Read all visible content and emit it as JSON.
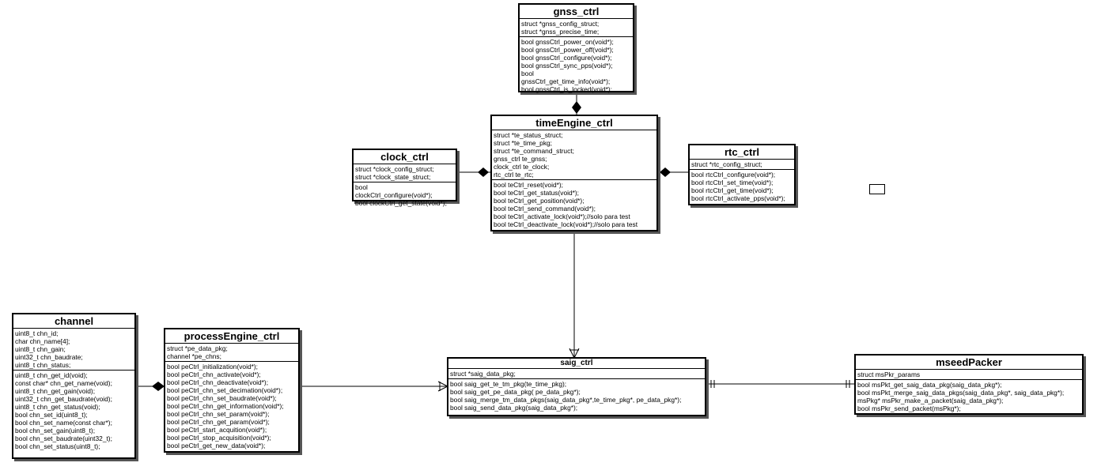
{
  "classes": {
    "gnss": {
      "name": "gnss_ctrl",
      "attributes": [
        "struct *gnss_config_struct;",
        "struct *gnss_precise_time;"
      ],
      "methods": [
        "bool gnssCtrl_power_on(void*);",
        "bool gnssCtrl_power_off(void*);",
        "bool gnssCtrl_configure(void*);",
        "bool gnssCtrl_sync_pps(void*);",
        "bool",
        "gnssCtrl_get_time_info(void*);",
        "bool gnssCtrl_is_locked(void*);"
      ]
    },
    "timeEngine": {
      "name": "timeEngine_ctrl",
      "attributes": [
        "struct *te_status_struct;",
        "struct *te_time_pkg;",
        "struct *te_command_struct;",
        "gnss_ctrl te_gnss;",
        "clock_ctrl te_clock;",
        "rtc_ctrl te_rtc;"
      ],
      "methods": [
        "bool teCtrl_reset(void*);",
        "bool teCtrl_get_status(void*);",
        "bool teCtrl_get_position(void*);",
        "bool teCtrl_send_command(void*);",
        "bool teCtrl_activate_lock(void*);//solo para test",
        "bool teCtrl_deactivate_lock(void*);//solo para test"
      ]
    },
    "clock": {
      "name": "clock_ctrl",
      "attributes": [
        "struct *clock_config_struct;",
        "struct *clock_state_struct;"
      ],
      "methods": [
        "bool",
        "clockCtrl_configure(void*);",
        "bool clockCtrl_get_state(void*);"
      ]
    },
    "rtc": {
      "name": "rtc_ctrl",
      "attributes": [
        "struct *rtc_config_struct;"
      ],
      "methods": [
        "bool rtcCtrl_configure(void*);",
        "bool rtcCtrl_set_time(void*);",
        "bool rtcCtrl_get_time(void*);",
        "bool rtcCtrl_activate_pps(void*);"
      ]
    },
    "channel": {
      "name": "channel",
      "attributes": [
        "uint8_t chn_id;",
        "char chn_name[4];",
        "uint8_t chn_gain;",
        "uint32_t chn_baudrate;",
        "uint8_t chn_status;"
      ],
      "methods": [
        "uint8_t        chn_get_id(void);",
        "const char* chn_get_name(void);",
        "uint8_t        chn_get_gain(void);",
        "uint32_t       chn_get_baudrate(void);",
        "uint8_t        chn_get_status(void);",
        "bool chn_set_id(uint8_t);",
        "bool chn_set_name(const char*);",
        "bool chn_set_gain(uint8_t);",
        "bool chn_set_baudrate(uint32_t);",
        "bool chn_set_status(uint8_t);"
      ]
    },
    "processEngine": {
      "name": "processEngine_ctrl",
      "attributes": [
        "struct *pe_data_pkg;",
        "channel *pe_chns;"
      ],
      "methods": [
        "bool peCtrl_initialization(void*);",
        "bool peCtrl_chn_activate(void*);",
        "bool peCtrl_chn_deactivate(void*);",
        "bool peCtrl_chn_set_decimation(void*);",
        "bool peCtrl_chn_set_baudrate(void*);",
        "bool peCtrl_chn_get_information(void*);",
        "bool peCtrl_chn_set_param(void*);",
        "bool peCtrl_chn_get_param(void*);",
        "bool peCtrl_start_acquition(void*);",
        "bool peCtrl_stop_acquisition(void*);",
        "bool peCtrl_get_new_data(void*);"
      ]
    },
    "saig": {
      "name": "saig_ctrl",
      "attributes": [
        "struct *saig_data_pkg;"
      ],
      "methods": [
        "bool saig_get_te_tm_pkg(te_time_pkg);",
        "bool saig_get_pe_data_pkg( pe_data_pkg*);",
        "bool saig_merge_tm_data_pkgs(saig_data_pkg*,te_time_pkg*, pe_data_pkg*);",
        "bool saig_send_data_pkg(saig_data_pkg*);"
      ]
    },
    "mseed": {
      "name": "mseedPacker",
      "attributes": [
        "struct msPkr_params"
      ],
      "methods": [
        "bool msPkt_get_saig_data_pkg(saig_data_pkg*);",
        "bool msPkt_merge_saig_data_pkgs(saig_data_pkg*, saig_data_pkg*);",
        "msPkg* msPkr_make_a_packet(saig_data_pkg*);",
        "bool msPkr_send_packet(msPkg*);"
      ]
    }
  }
}
